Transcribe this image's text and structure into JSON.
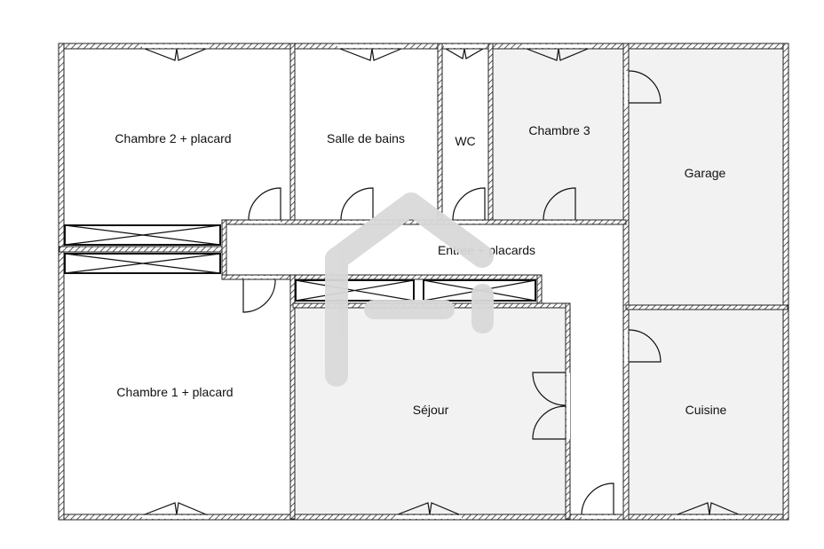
{
  "plan": {
    "rooms": {
      "chambre2": "Chambre 2 + placard",
      "salle_de_bains": "Salle de bains",
      "wc": "WC",
      "chambre3": "Chambre 3",
      "garage": "Garage",
      "entree": "Entrée + placards",
      "chambre1": "Chambre 1 + placard",
      "sejour": "Séjour",
      "cuisine": "Cuisine"
    },
    "colors": {
      "room_gray": "#f2f2f2",
      "room_white": "#ffffff",
      "wall_line": "#222222",
      "watermark": "#d9d9d9"
    },
    "watermark_icon": "house-logo"
  }
}
